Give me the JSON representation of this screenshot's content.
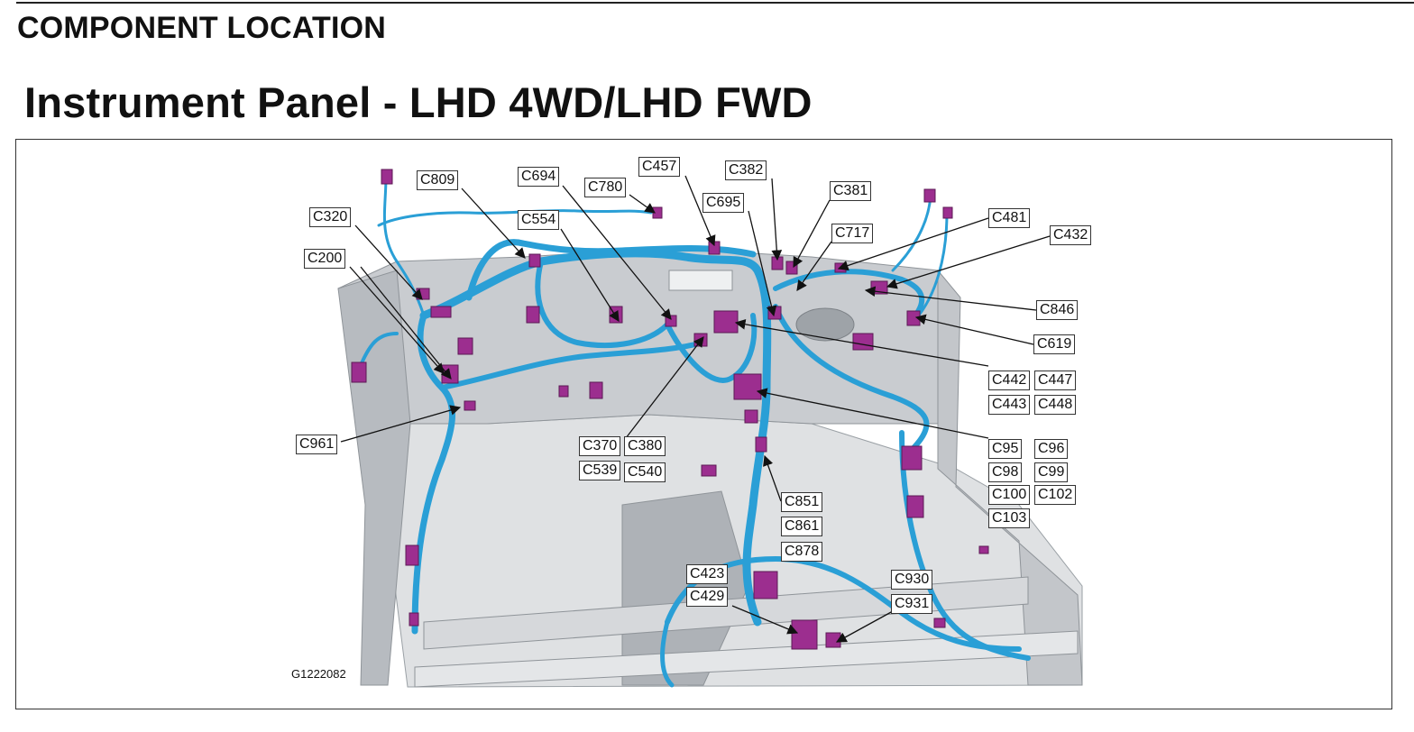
{
  "header": {
    "section_title": "COMPONENT LOCATION",
    "page_title": "Instrument Panel - LHD 4WD/LHD FWD"
  },
  "figure": {
    "id": "G1222082",
    "colors": {
      "harness": "#2a9fd6",
      "connector": "#9c2e8f",
      "body_structure": "#cfd2d5",
      "body_dark": "#8f9499"
    },
    "callouts": [
      {
        "id": "c809",
        "label": "C809"
      },
      {
        "id": "c694",
        "label": "C694"
      },
      {
        "id": "c780",
        "label": "C780"
      },
      {
        "id": "c457",
        "label": "C457"
      },
      {
        "id": "c382",
        "label": "C382"
      },
      {
        "id": "c381",
        "label": "C381"
      },
      {
        "id": "c695",
        "label": "C695"
      },
      {
        "id": "c320",
        "label": "C320"
      },
      {
        "id": "c554",
        "label": "C554"
      },
      {
        "id": "c717",
        "label": "C717"
      },
      {
        "id": "c481",
        "label": "C481"
      },
      {
        "id": "c432",
        "label": "C432"
      },
      {
        "id": "c200",
        "label": "C200"
      },
      {
        "id": "c846",
        "label": "C846"
      },
      {
        "id": "c619",
        "label": "C619"
      },
      {
        "id": "c442",
        "label": "C442"
      },
      {
        "id": "c447",
        "label": "C447"
      },
      {
        "id": "c443",
        "label": "C443"
      },
      {
        "id": "c448",
        "label": "C448"
      },
      {
        "id": "c961",
        "label": "C961"
      },
      {
        "id": "c370",
        "label": "C370"
      },
      {
        "id": "c380",
        "label": "C380"
      },
      {
        "id": "c539",
        "label": "C539"
      },
      {
        "id": "c540",
        "label": "C540"
      },
      {
        "id": "c95",
        "label": "C95"
      },
      {
        "id": "c96",
        "label": "C96"
      },
      {
        "id": "c98",
        "label": "C98"
      },
      {
        "id": "c99",
        "label": "C99"
      },
      {
        "id": "c100",
        "label": "C100"
      },
      {
        "id": "c102",
        "label": "C102"
      },
      {
        "id": "c103",
        "label": "C103"
      },
      {
        "id": "c851",
        "label": "C851"
      },
      {
        "id": "c861",
        "label": "C861"
      },
      {
        "id": "c878",
        "label": "C878"
      },
      {
        "id": "c423",
        "label": "C423"
      },
      {
        "id": "c429",
        "label": "C429"
      },
      {
        "id": "c930",
        "label": "C930"
      },
      {
        "id": "c931",
        "label": "C931"
      }
    ]
  }
}
